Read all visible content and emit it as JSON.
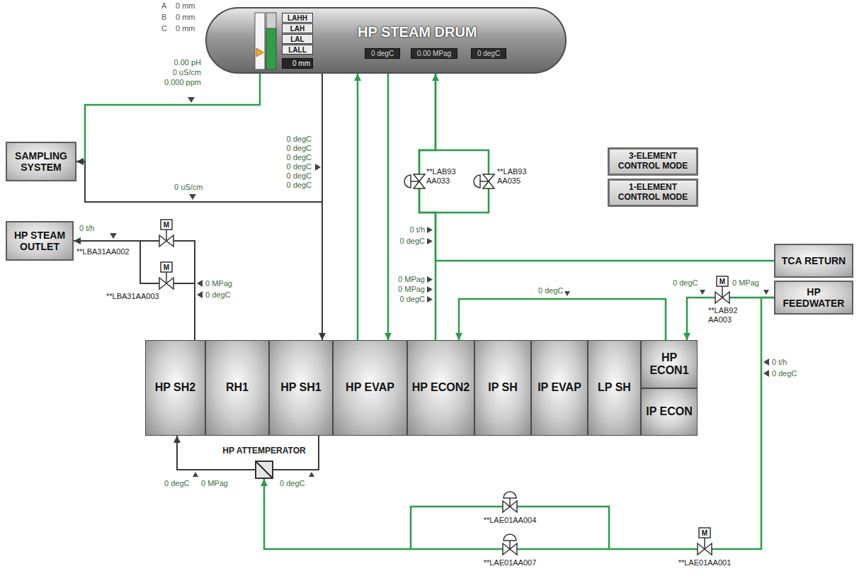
{
  "diagram": {
    "nodes": [
      {
        "text": [
          "HP STEAM DRUM"
        ]
      },
      {
        "text": [
          "LAHH"
        ],
        "in": 0
      },
      {
        "text": [
          "LAH"
        ],
        "in": 0
      },
      {
        "text": [
          "LAL"
        ],
        "in": 0
      },
      {
        "text": [
          "LALL"
        ],
        "in": 0
      },
      {
        "text": [
          "0 mm"
        ],
        "in": 0
      },
      {
        "text": [
          "0 degC"
        ],
        "in": 0
      },
      {
        "text": [
          "0.00 MPag"
        ],
        "in": 0
      },
      {
        "text": [
          "0 degC"
        ],
        "in": 0
      },
      {
        "text": [
          "SAMPLING SYSTEM"
        ]
      },
      {
        "text": [
          "HP STEAM OUTLET"
        ]
      },
      {
        "text": [
          "3-ELEMENT CONTROL MODE"
        ]
      },
      {
        "text": [
          "1-ELEMENT CONTROL MODE"
        ]
      },
      {
        "text": [
          "TCA RETURN"
        ]
      },
      {
        "text": [
          "HP FEEDWATER"
        ]
      },
      {
        "text": [
          "HP SH2"
        ]
      },
      {
        "text": [
          "RH1"
        ]
      },
      {
        "text": [
          "HP SH1"
        ]
      },
      {
        "text": [
          "HP EVAP"
        ]
      },
      {
        "text": [
          "HP ECON2"
        ]
      },
      {
        "text": [
          "IP SH"
        ]
      },
      {
        "text": [
          "IP EVAP"
        ]
      },
      {
        "text": [
          "LP SH"
        ]
      },
      {
        "text": [
          "HP ECON1"
        ]
      },
      {
        "text": [
          "IP ECON"
        ]
      },
      {
        "text": [
          "HP ATTEMPERATOR"
        ]
      }
    ],
    "edges": [
      {
        "from": 0,
        "to": 9,
        "arrow": "to"
      },
      {
        "from": 0,
        "to": 9,
        "arrow": "to"
      },
      {
        "from": 15,
        "to": 10,
        "arrow": "to"
      },
      {
        "from": 0,
        "to": 17,
        "arrow": "to"
      },
      {
        "from": 18,
        "to": 0,
        "arrow": "to"
      },
      {
        "from": 0,
        "to": 18,
        "arrow": "to"
      },
      {
        "from": 19,
        "to": 0,
        "arrow": "none"
      },
      {
        "from": 13,
        "to": 0,
        "arrow": "to"
      },
      {
        "from": 23,
        "to": 19,
        "arrow": "to"
      },
      {
        "from": 14,
        "to": 23,
        "arrow": "to"
      },
      {
        "from": 17,
        "to": 25,
        "arrow": "none"
      },
      {
        "from": 25,
        "to": 15,
        "arrow": "to"
      },
      {
        "from": 14,
        "to": 25,
        "arrow": "to"
      }
    ],
    "labels": [
      "A",
      "0 mm",
      "B",
      "0 mm",
      "C",
      "0 mm",
      "0.00 pH",
      "0 uS/cm",
      "0.000 ppm",
      "0 degC",
      "0 degC",
      "0 degC",
      "0 degC",
      "0 degC",
      "0 degC",
      "0 uS/cm",
      "0 t/h",
      "M",
      "**LBA31AA002",
      "M",
      "**LBA31AA003",
      "0 MPag",
      "0 degC",
      "**LAB93 AA033",
      "**LAB93 AA035",
      "0 t/h",
      "0 degC",
      "0 MPag",
      "0 MPag",
      "0 degC",
      "0 degC",
      "0 degC",
      "M",
      "0 MPag",
      "**LAB92 AA003",
      "0 t/h",
      "0 degC",
      "0 degC",
      "0 MPag",
      "0 degC",
      "**LAE01AA004",
      "**LAE01AA007",
      "M",
      "**LAE01AA001"
    ]
  }
}
